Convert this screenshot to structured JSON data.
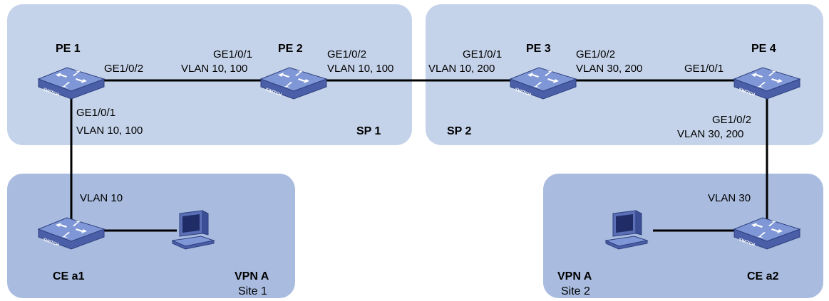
{
  "regions": {
    "sp1": {
      "label": "SP 1",
      "fill": "#c5d3ea"
    },
    "sp2": {
      "label": "SP 2",
      "fill": "#c5d3ea"
    },
    "site1": {
      "title": "VPN A",
      "subtitle": "Site 1",
      "fill": "#a9bcdf"
    },
    "site2": {
      "title": "VPN A",
      "subtitle": "Site 2",
      "fill": "#a9bcdf"
    }
  },
  "devices": {
    "pe1": {
      "name": "PE 1",
      "icon": "switch-icon"
    },
    "pe2": {
      "name": "PE 2",
      "icon": "switch-icon"
    },
    "pe3": {
      "name": "PE 3",
      "icon": "switch-icon"
    },
    "pe4": {
      "name": "PE 4",
      "icon": "switch-icon"
    },
    "cea1": {
      "name": "CE a1",
      "icon": "switch-icon"
    },
    "cea2": {
      "name": "CE a2",
      "icon": "switch-icon"
    },
    "switch_text": "SWITCH"
  },
  "links": {
    "pe1_pe2": {
      "pe1_port": "GE1/0/2",
      "pe2_port": "GE1/0/1",
      "pe2_vlan": "VLAN 10, 100"
    },
    "pe2_pe3": {
      "pe2_port": "GE1/0/2",
      "pe2_vlan": "VLAN 10, 100",
      "pe3_port": "GE1/0/1",
      "pe3_vlan": "VLAN 10, 200"
    },
    "pe3_pe4": {
      "pe3_port": "GE1/0/2",
      "pe3_vlan": "VLAN 30, 200",
      "pe4_port": "GE1/0/1"
    },
    "pe1_cea1": {
      "pe1_port": "GE1/0/1",
      "pe1_vlan": "VLAN 10, 100",
      "ce_vlan": "VLAN 10"
    },
    "pe4_cea2": {
      "pe4_port": "GE1/0/2",
      "pe4_vlan": "VLAN 30, 200",
      "ce_vlan": "VLAN 30"
    }
  },
  "colors": {
    "switch_top": "#7f97d6",
    "switch_side": "#4a5fa8",
    "link": "#000000"
  }
}
